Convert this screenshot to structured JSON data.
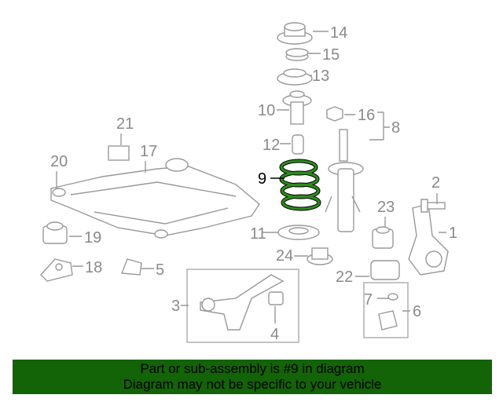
{
  "diagram": {
    "highlighted_part": "9",
    "highlight_color": "#1f7a14",
    "callouts": [
      "14",
      "15",
      "13",
      "10",
      "16",
      "8",
      "12",
      "9",
      "21",
      "17",
      "20",
      "2",
      "23",
      "1",
      "19",
      "11",
      "24",
      "5",
      "18",
      "22",
      "3",
      "7",
      "6",
      "4"
    ]
  },
  "banner": {
    "line1": "Part or sub-assembly is #9 in diagram",
    "line2": "Diagram may not be specific to your vehicle",
    "color": "#136307"
  }
}
